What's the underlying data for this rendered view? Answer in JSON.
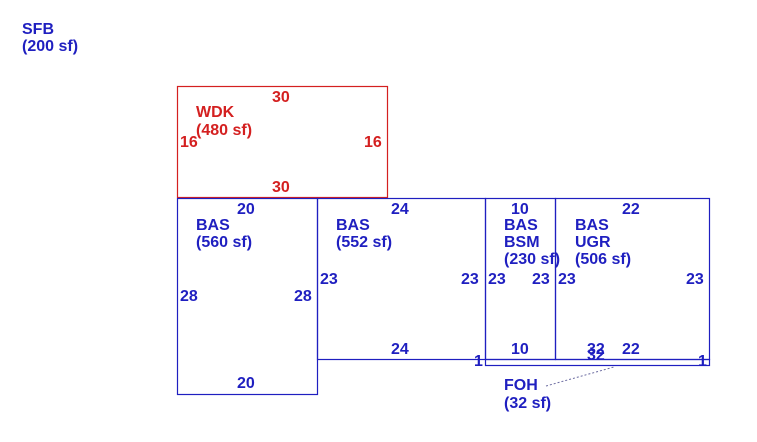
{
  "colors": {
    "living": "#1f1fc0",
    "deck": "#d42020",
    "leader": "#6a6aa0"
  },
  "sfb": {
    "name": "SFB",
    "area": "(200 sf)"
  },
  "areas": [
    {
      "id": "wdk",
      "name": "WDK",
      "area": "(480 sf)",
      "color": "deck",
      "dims": {
        "top": "30",
        "bottom": "30",
        "left": "16",
        "right": "16"
      }
    },
    {
      "id": "bas1",
      "name": "BAS",
      "area": "(560 sf)",
      "color": "living",
      "dims": {
        "top": "20",
        "bottom": "20",
        "left": "28",
        "right": "28"
      }
    },
    {
      "id": "bas2",
      "name": "BAS",
      "area": "(552 sf)",
      "color": "living",
      "dims": {
        "top": "24",
        "bottom": "24",
        "left": "23",
        "right": "23",
        "corner": "1"
      }
    },
    {
      "id": "bsm",
      "name": "BAS",
      "sub": "BSM",
      "area": "(230 sf)",
      "color": "living",
      "dims": {
        "top": "10",
        "bottom": "10",
        "left": "23",
        "right": "23"
      }
    },
    {
      "id": "ugr",
      "name": "BAS",
      "sub": "UGR",
      "area": "(506 sf)",
      "color": "living",
      "dims": {
        "top": "22",
        "bottom": "22",
        "left": "23",
        "right": "23",
        "corner": "1"
      }
    }
  ],
  "foh": {
    "name": "FOH",
    "area": "(32 sf)",
    "dim_a": "32",
    "dim_b": "32"
  }
}
